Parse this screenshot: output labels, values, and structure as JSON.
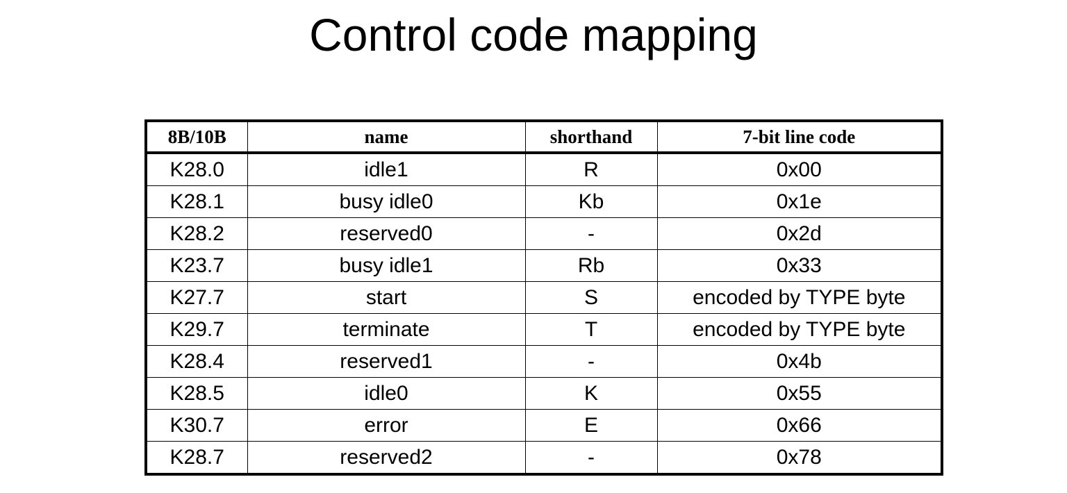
{
  "title": "Control code mapping",
  "table": {
    "headers": [
      "8B/10B",
      "name",
      "shorthand",
      "7-bit line code"
    ],
    "rows": [
      [
        "K28.0",
        "idle1",
        "R",
        "0x00"
      ],
      [
        "K28.1",
        "busy idle0",
        "Kb",
        "0x1e"
      ],
      [
        "K28.2",
        "reserved0",
        "-",
        "0x2d"
      ],
      [
        "K23.7",
        "busy idle1",
        "Rb",
        "0x33"
      ],
      [
        "K27.7",
        "start",
        "S",
        "encoded by TYPE byte"
      ],
      [
        "K29.7",
        "terminate",
        "T",
        "encoded by TYPE byte"
      ],
      [
        "K28.4",
        "reserved1",
        "-",
        "0x4b"
      ],
      [
        "K28.5",
        "idle0",
        "K",
        "0x55"
      ],
      [
        "K30.7",
        "error",
        "E",
        "0x66"
      ],
      [
        "K28.7",
        "reserved2",
        "-",
        "0x78"
      ]
    ]
  }
}
